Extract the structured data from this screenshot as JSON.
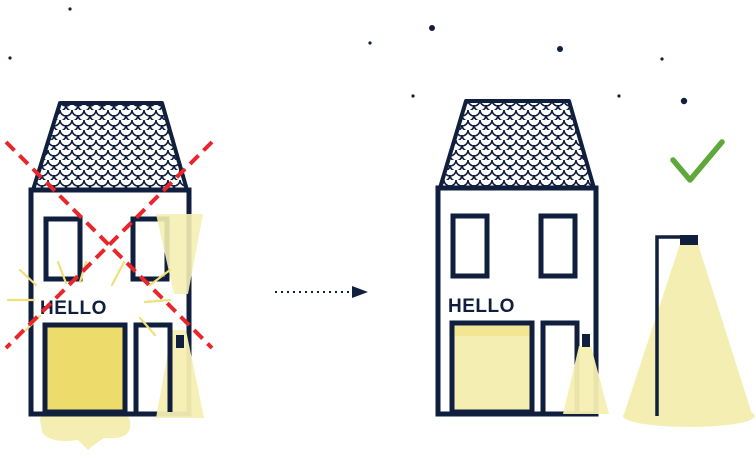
{
  "colors": {
    "navy": "#0f1f3d",
    "wall": "#ffffff",
    "light_glow": "#f5eeb2",
    "light_strong": "#efe07a",
    "window_lit": "#eddc6c",
    "cross_red": "#e8262c",
    "check_green": "#5fa83a",
    "ray_yellow": "#efe07a"
  },
  "left_house": {
    "sign_text": "HELLO",
    "icon": "red-cross-icon",
    "verdict": "wrong"
  },
  "right_house": {
    "sign_text": "HELLO",
    "icon": "green-checkmark-icon",
    "verdict": "right"
  },
  "transition": {
    "icon": "dotted-arrow-right-icon"
  }
}
